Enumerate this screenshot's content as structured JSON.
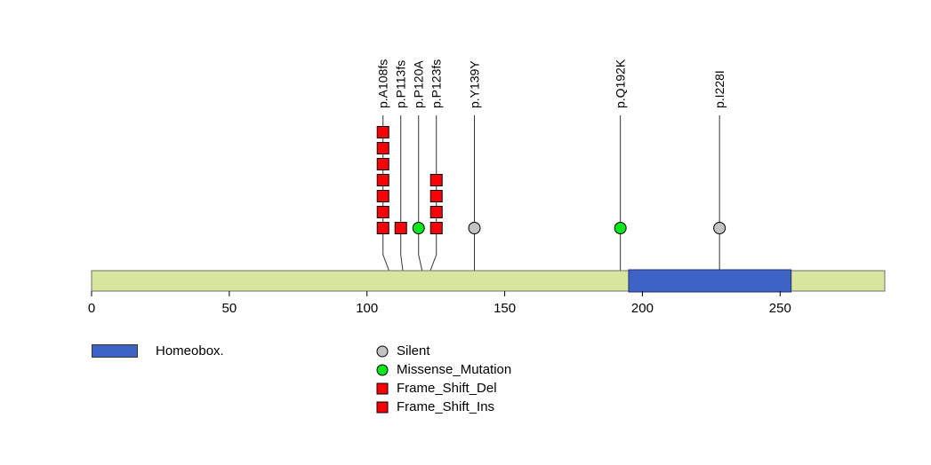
{
  "chart_data": {
    "type": "lollipop",
    "title": "",
    "protein": {
      "length": 288,
      "bar_color": "#d9e6a0",
      "domains": [
        {
          "name": "Homeobox.",
          "start": 195,
          "end": 254,
          "color": "#3d63c4"
        }
      ]
    },
    "xaxis": {
      "min": 0,
      "max": 288,
      "ticks": [
        0,
        50,
        100,
        150,
        200,
        250
      ]
    },
    "mutation_types": {
      "Silent": {
        "shape": "circle",
        "color": "#c3c3c3"
      },
      "Missense_Mutation": {
        "shape": "circle",
        "color": "#00e81c"
      },
      "Frame_Shift_Del": {
        "shape": "square",
        "color": "#fb0007"
      },
      "Frame_Shift_Ins": {
        "shape": "square",
        "color": "#fb0007"
      }
    },
    "mutations": [
      {
        "label": "p.A108fs",
        "pos": 108,
        "count": 7,
        "type": "Frame_Shift_Del"
      },
      {
        "label": "p.P113fs",
        "pos": 113,
        "count": 1,
        "type": "Frame_Shift_Del"
      },
      {
        "label": "p.P120A",
        "pos": 120,
        "count": 1,
        "type": "Missense_Mutation"
      },
      {
        "label": "p.P123fs",
        "pos": 123,
        "count": 4,
        "type": "Frame_Shift_Ins"
      },
      {
        "label": "p.Y139Y",
        "pos": 139,
        "count": 1,
        "type": "Silent"
      },
      {
        "label": "p.Q192K",
        "pos": 192,
        "count": 1,
        "type": "Missense_Mutation"
      },
      {
        "label": "p.I228I",
        "pos": 228,
        "count": 1,
        "type": "Silent"
      }
    ],
    "legend": {
      "domain": {
        "label": "Homeobox.",
        "color": "#3d63c4"
      },
      "mutations": [
        {
          "label": "Silent",
          "shape": "circle",
          "color": "#c3c3c3"
        },
        {
          "label": "Missense_Mutation",
          "shape": "circle",
          "color": "#00e81c"
        },
        {
          "label": "Frame_Shift_Del",
          "shape": "square",
          "color": "#fb0007"
        },
        {
          "label": "Frame_Shift_Ins",
          "shape": "square",
          "color": "#fb0007"
        }
      ]
    }
  }
}
